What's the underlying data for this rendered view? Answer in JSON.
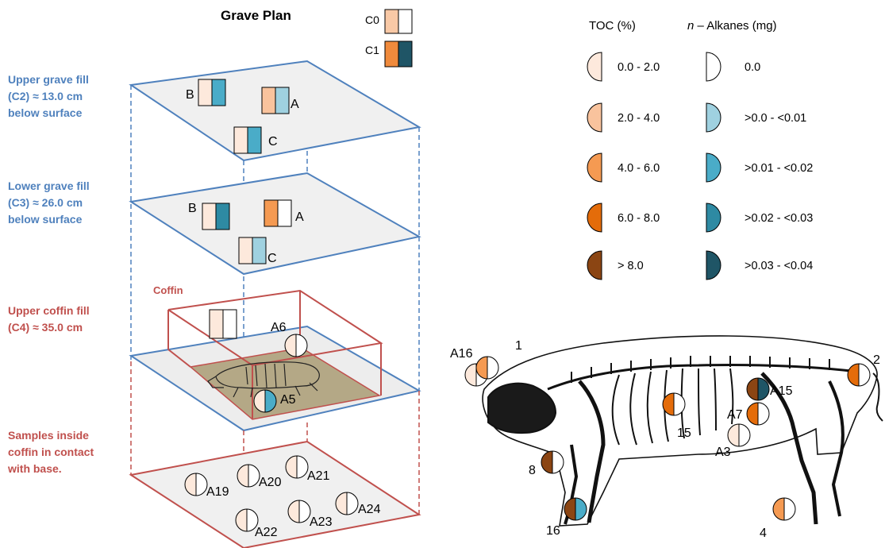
{
  "title": "Grave Plan",
  "key": [
    {
      "label": "C0",
      "left_color": "#f9c9a6",
      "right_color": "#ffffff"
    },
    {
      "label": "C1",
      "left_color": "#f08a3c",
      "right_color": "#1f5566"
    }
  ],
  "layers": {
    "upper_fill": [
      "Upper grave fill",
      "(C2) ≈ 13.0 cm",
      "below surface"
    ],
    "lower_fill": [
      "Lower grave fill",
      "(C3) ≈ 26.0 cm",
      "below surface"
    ],
    "coffin_fill": [
      "Upper coffin fill",
      "(C4) ≈ 35.0 cm"
    ],
    "base": [
      "Samples inside",
      "coffin in contact",
      "with base."
    ],
    "coffin_label": "Coffin"
  },
  "legend": {
    "toc_header": "TOC (%)",
    "alk_header_italic": "n",
    "alk_header_rest": " – Alkanes (mg)",
    "toc_items": [
      {
        "label": "0.0  - 2.0",
        "color": "#fde9dc"
      },
      {
        "label": " 2.0  - 4.0",
        "color": "#f9c39d"
      },
      {
        "label": "4.0  - 6.0",
        "color": "#f59a52"
      },
      {
        "label": "6.0  - 8.0",
        "color": "#e46c0a"
      },
      {
        "label": "> 8.0",
        "color": "#8b4513"
      }
    ],
    "alk_items": [
      {
        "label": "0.0",
        "color": "#ffffff"
      },
      {
        "label": ">0.0  - <0.01",
        "color": "#9fd1e0"
      },
      {
        "label": ">0.01 - <0.02",
        "color": "#4aacc8"
      },
      {
        "label": ">0.02  - <0.03",
        "color": "#2e8aa3"
      },
      {
        "label": ">0.03  - <0.04",
        "color": "#1f5566"
      }
    ]
  },
  "grave_samples": {
    "upper": [
      {
        "name": "A",
        "toc": "#f9c39d",
        "alk": "#9fd1e0"
      },
      {
        "name": "B",
        "toc": "#fde9dc",
        "alk": "#4aacc8"
      },
      {
        "name": "C",
        "toc": "#fde9dc",
        "alk": "#4aacc8"
      }
    ],
    "lower": [
      {
        "name": "A",
        "toc": "#f59a52",
        "alk": "#ffffff"
      },
      {
        "name": "B",
        "toc": "#fde9dc",
        "alk": "#2e8aa3"
      },
      {
        "name": "C",
        "toc": "#fde9dc",
        "alk": "#9fd1e0"
      }
    ],
    "coffin_box": {
      "toc": "#fde9dc",
      "alk": "#ffffff"
    },
    "coffin": [
      {
        "name": "A6",
        "toc": "#fde9dc",
        "alk": "#ffffff"
      },
      {
        "name": "A5",
        "toc": "#fde9dc",
        "alk": "#4aacc8"
      }
    ],
    "base": [
      {
        "name": "A19",
        "toc": "#fde9dc",
        "alk": "#ffffff"
      },
      {
        "name": "A20",
        "toc": "#fde9dc",
        "alk": "#ffffff"
      },
      {
        "name": "A21",
        "toc": "#fde9dc",
        "alk": "#ffffff"
      },
      {
        "name": "A22",
        "toc": "#fde9dc",
        "alk": "#ffffff"
      },
      {
        "name": "A23",
        "toc": "#fde9dc",
        "alk": "#ffffff"
      },
      {
        "name": "A24",
        "toc": "#fde9dc",
        "alk": "#ffffff"
      }
    ]
  },
  "pig_samples": [
    {
      "name": "A16",
      "toc": "#fde9dc",
      "alk": "#ffffff"
    },
    {
      "name": "1",
      "toc": "#f59a52",
      "alk": "#ffffff"
    },
    {
      "name": "2",
      "toc": "#e46c0a",
      "alk": "#ffffff"
    },
    {
      "name": "A15",
      "toc": "#8b4513",
      "alk": "#1f5566"
    },
    {
      "name": "A7",
      "toc": "#e46c0a",
      "alk": "#ffffff"
    },
    {
      "name": "15",
      "toc": "#e46c0a",
      "alk": "#ffffff"
    },
    {
      "name": "A3",
      "toc": "#fde9dc",
      "alk": "#ffffff"
    },
    {
      "name": "8",
      "toc": "#8b4513",
      "alk": "#ffffff"
    },
    {
      "name": "16",
      "toc": "#8b4513",
      "alk": "#4aacc8"
    },
    {
      "name": "4",
      "toc": "#f59a52",
      "alk": "#ffffff"
    }
  ]
}
